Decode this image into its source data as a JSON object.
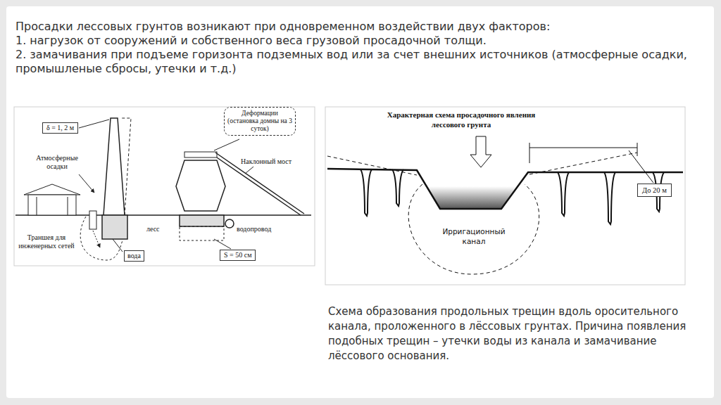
{
  "diagram": {
    "title": "Просадки лессовых грунтов возникают при одновременном воздействии двух факторов:",
    "caption": "Схема образования продольных трещин вдоль оросительного канала, проложенного в лёссовых грунтах. Причина появления подобных трещин – утечки воды из канала и замачивание лёссового основания.",
    "nodes": [
      {
        "text": [
          "δ = 1, 2 м"
        ]
      },
      {
        "text": [
          "Деформации (остановка домны на 3 суток)"
        ]
      },
      {
        "text": [
          "вода"
        ]
      },
      {
        "text": [
          "S = 50 см"
        ]
      },
      {
        "text": [
          "До 20 м"
        ]
      }
    ],
    "labels": [
      "1. нагрузок от сооружений и собственного веса грузовой просадочной толщи.",
      "2. замачивания при подъеме горизонта подземных вод или за счет внешних источников (атмосферные осадки, промышленые сбросы, утечки и т.д.)",
      "Атмосферные осадки",
      "Траншея для инженерных сетей",
      "лесс",
      "Наклонный мост",
      "водопровод",
      "Характерная схема просадочного явления лессового грунта",
      "Ирригационный канал"
    ]
  }
}
